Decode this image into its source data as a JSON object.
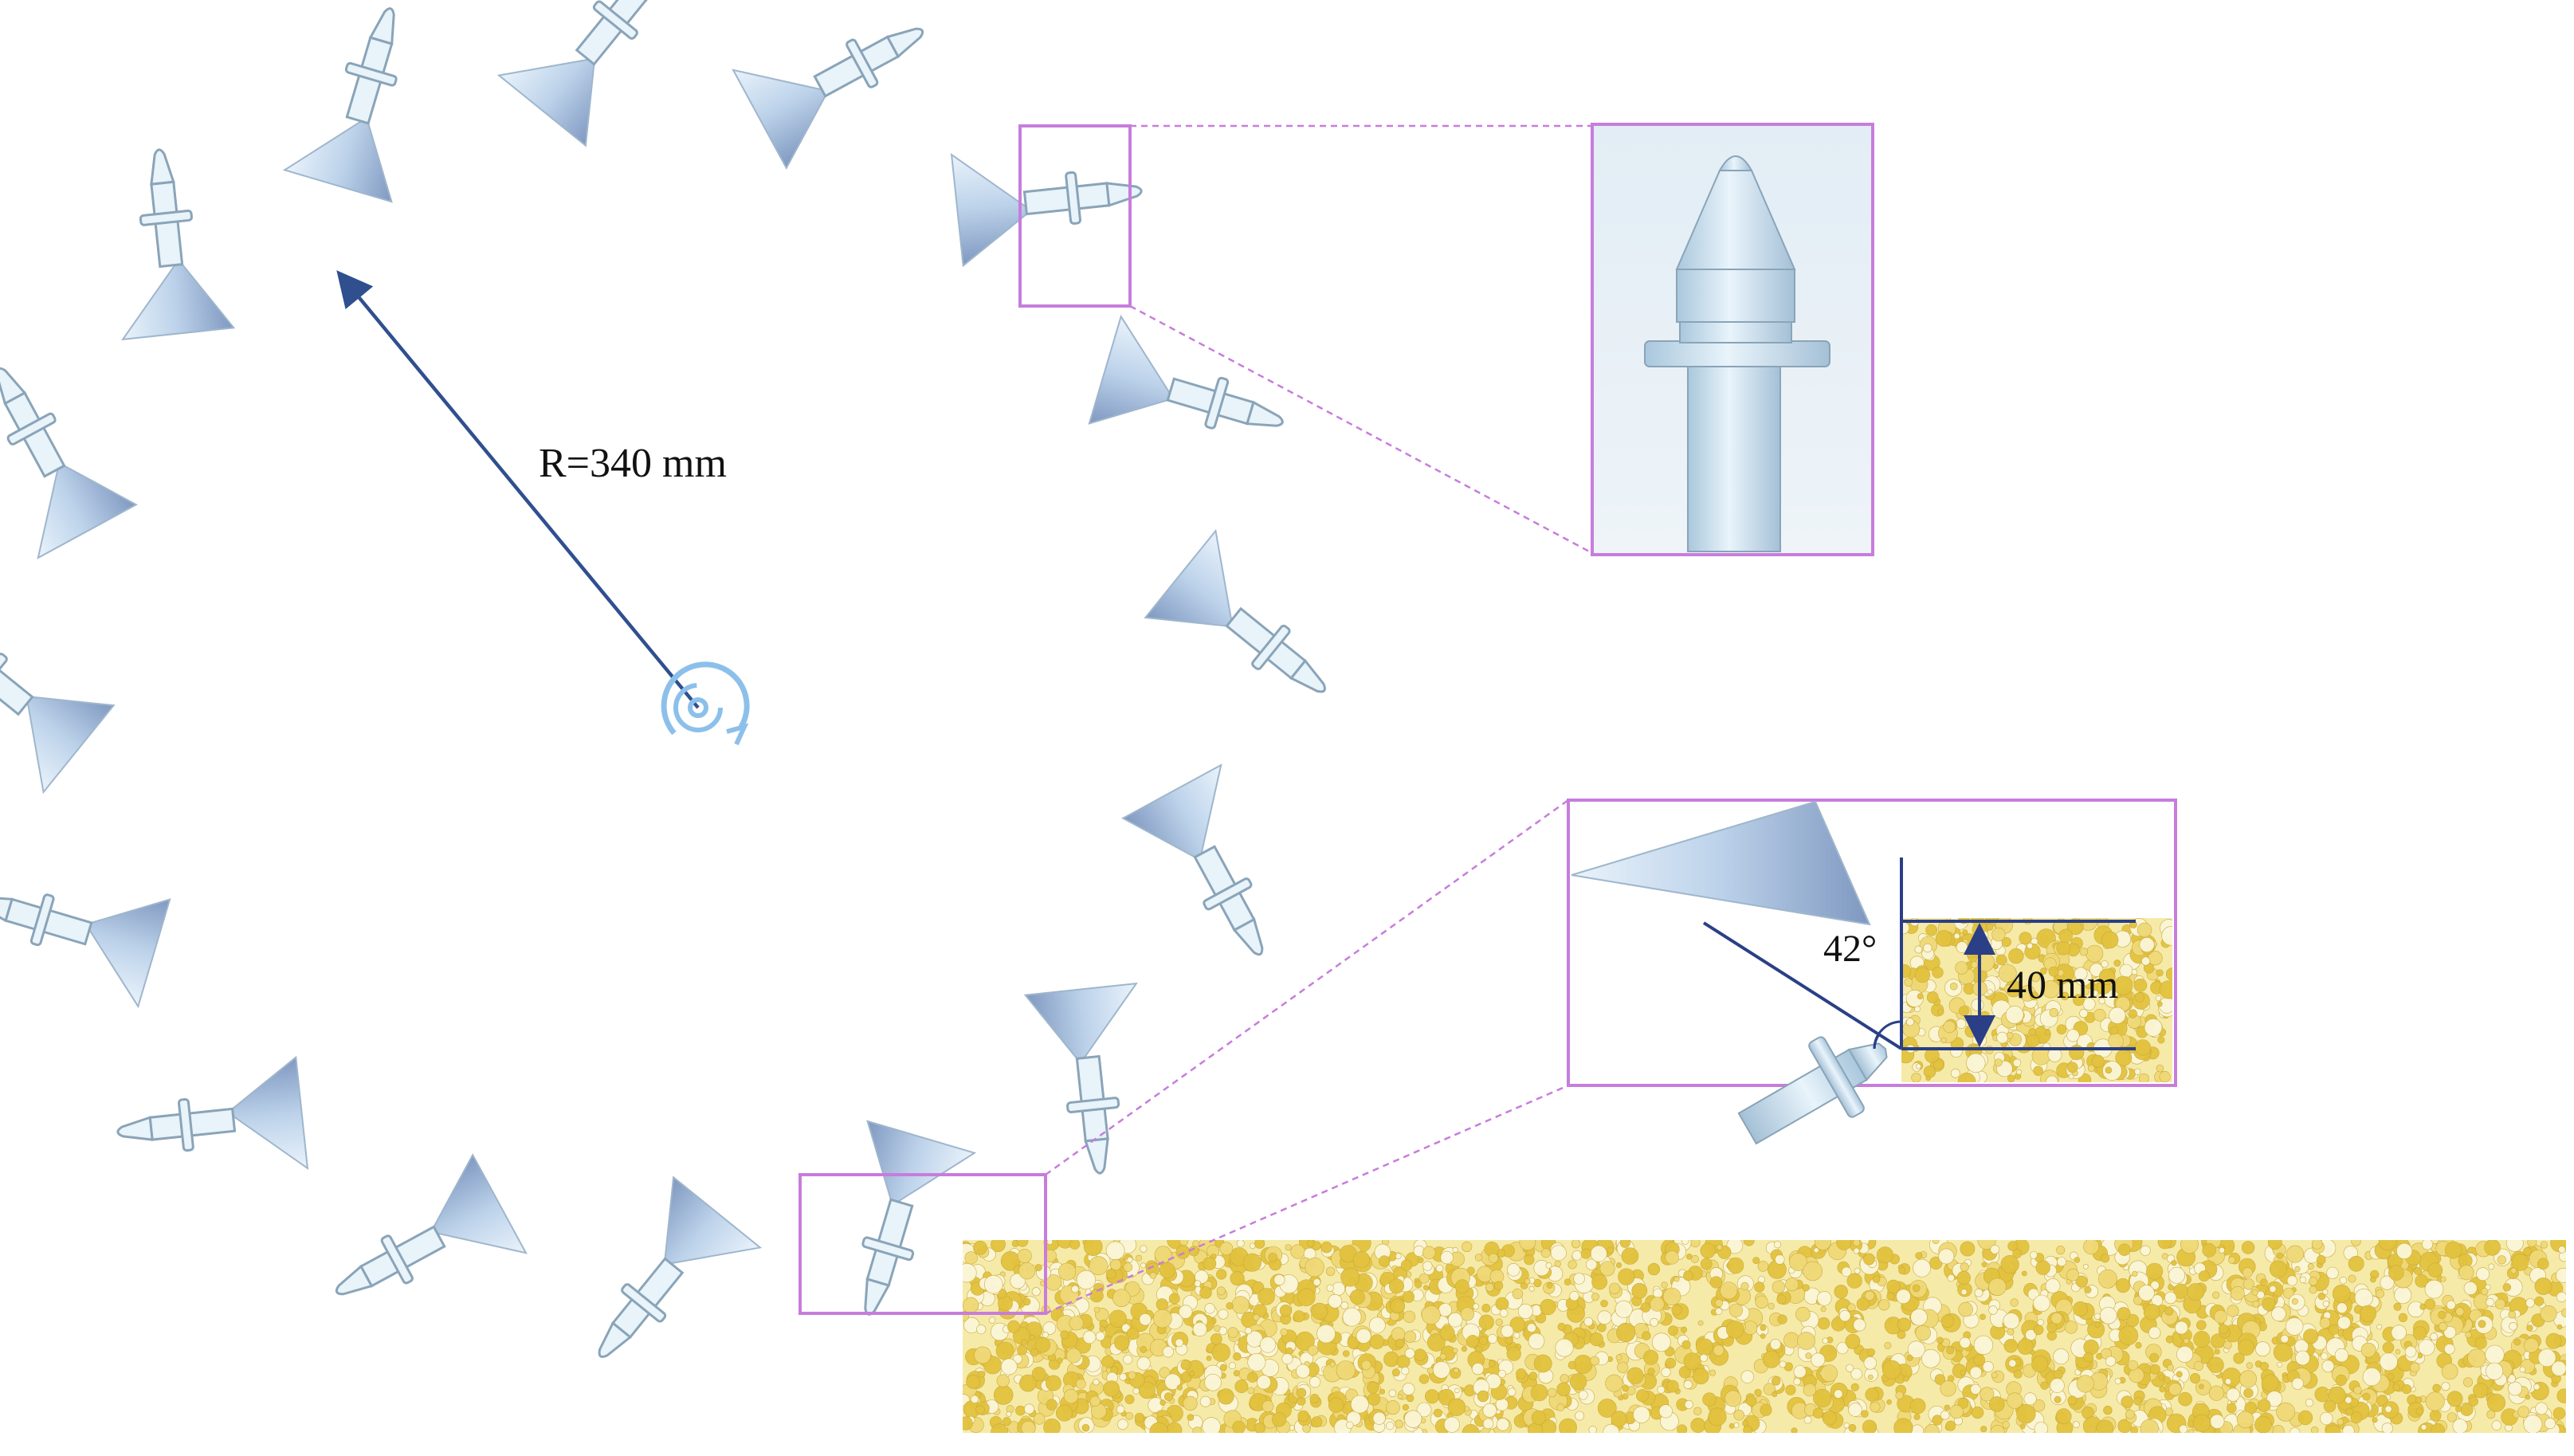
{
  "labels": {
    "radius": "R=340 mm",
    "angle": "42°",
    "depth": "40 mm"
  },
  "colors": {
    "frame": "#c77ddc",
    "arrow": "#2f4f8f",
    "dimension": "#2a3f86",
    "pick_body": "#cfe6f5",
    "pick_outline": "#8aa4b8",
    "cone_light": "#e4f0fa",
    "cone_dark": "#8fa6c8",
    "soil_base": "#f6eaa8",
    "soil_grain": "#e2c23e",
    "soil_light": "#fbf6d8",
    "center_icon": "#8cc0ea"
  },
  "diagram": {
    "pick_count": 16,
    "icons": [
      "rotation-center-icon"
    ]
  }
}
